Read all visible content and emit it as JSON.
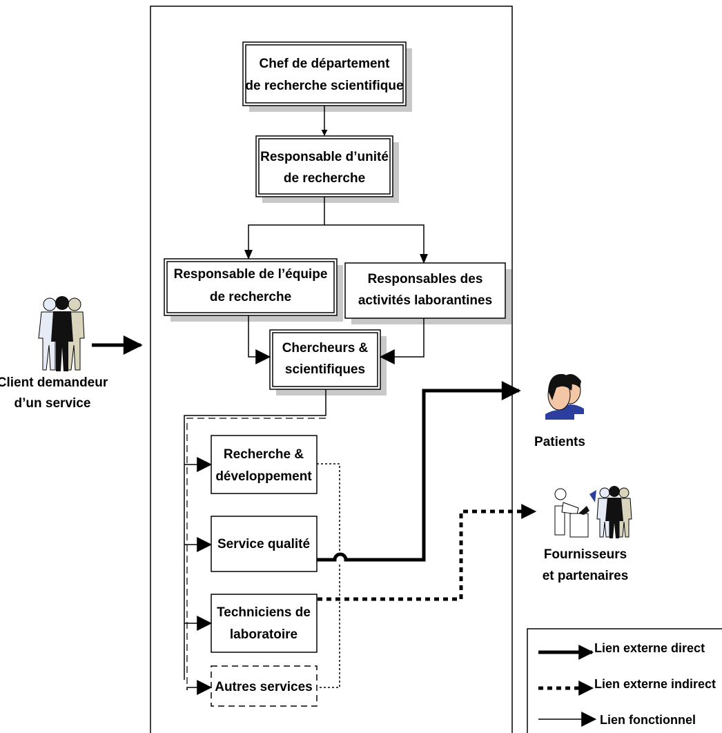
{
  "boxes": {
    "chef": [
      "Chef de département",
      "de recherche scientifique"
    ],
    "responsable_unite": [
      "Responsable d’unité",
      "de recherche"
    ],
    "responsable_equipe": [
      "Responsable de l’équipe",
      "de recherche"
    ],
    "responsables_activites": [
      "Responsables des",
      "activités laborantines"
    ],
    "chercheurs": [
      "Chercheurs &",
      "scientifiques"
    ],
    "recherche_dev": [
      "Recherche &",
      "développement"
    ],
    "service_qualite": [
      "Service qualité"
    ],
    "techniciens": [
      "Techniciens de",
      "laboratoire"
    ],
    "autres": [
      "Autres services"
    ]
  },
  "actors": {
    "client": [
      "Client demandeur",
      "d’un service"
    ],
    "patients": [
      "Patients"
    ],
    "fournisseurs": [
      "Fournisseurs",
      "et partenaires"
    ]
  },
  "legend": {
    "direct": "Lien externe direct",
    "indirect": "Lien externe indirect",
    "fonctionnel": "Lien fonctionnel"
  },
  "colors": {
    "line": "#000000",
    "shadow": "#c8c8c8",
    "person_dark": "#111111",
    "person_light": "#e6ecf5",
    "person_beige": "#d9d5bd",
    "patient_blue": "#2d3f9e",
    "patient_skin": "#f3c7a6"
  }
}
